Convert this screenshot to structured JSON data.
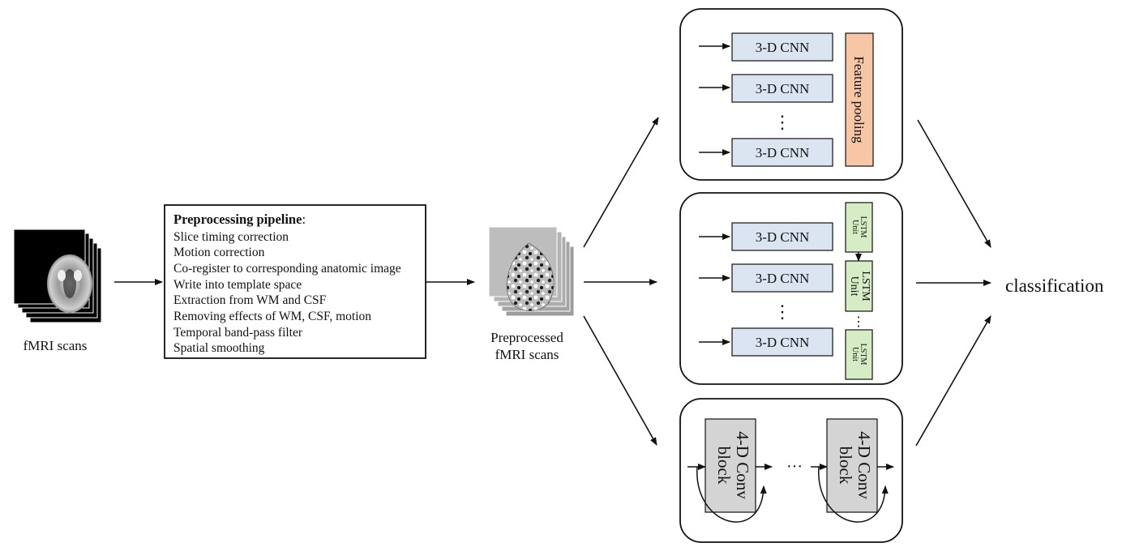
{
  "input": {
    "label": "fMRI scans"
  },
  "pipeline": {
    "title": "Preprocessing pipeline",
    "title_suffix": ":",
    "steps": [
      "Slice timing correction",
      "Motion correction",
      "Co-register to corresponding anatomic image",
      "Write into template space",
      "Extraction from WM and CSF",
      "Removing effects of WM, CSF, motion",
      "Temporal band-pass filter",
      "Spatial smoothing"
    ]
  },
  "preprocessed": {
    "label_line1": "Preprocessed",
    "label_line2": "fMRI scans"
  },
  "model_top": {
    "cnn_labels": [
      "3-D CNN",
      "3-D CNN",
      "3-D CNN"
    ],
    "dots": "⋮",
    "pool_label": "Feature pooling",
    "colors": {
      "cnn_fill": "#dbe5f1",
      "pool_fill": "#f7c6a7"
    }
  },
  "model_mid": {
    "cnn_labels": [
      "3-D CNN",
      "3-D CNN",
      "3-D CNN"
    ],
    "dots": "⋮",
    "lstm_line1": "LSTM",
    "lstm_line2": "Unit",
    "lstm_dots": "⋮",
    "colors": {
      "lstm_fill": "#d6ecc4"
    }
  },
  "model_bottom": {
    "conv_line1": "4-D Conv",
    "conv_line2": "block",
    "ellipsis": "···",
    "colors": {
      "conv_fill": "#d4d4d4"
    }
  },
  "output": {
    "label": "classification"
  }
}
